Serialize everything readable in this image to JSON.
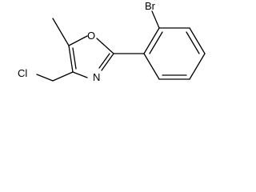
{
  "molecule": {
    "atoms": {
      "bromine": "Br",
      "ring_oxygen": "O",
      "ring_nitrogen": "N",
      "chlorine": "Cl"
    }
  }
}
